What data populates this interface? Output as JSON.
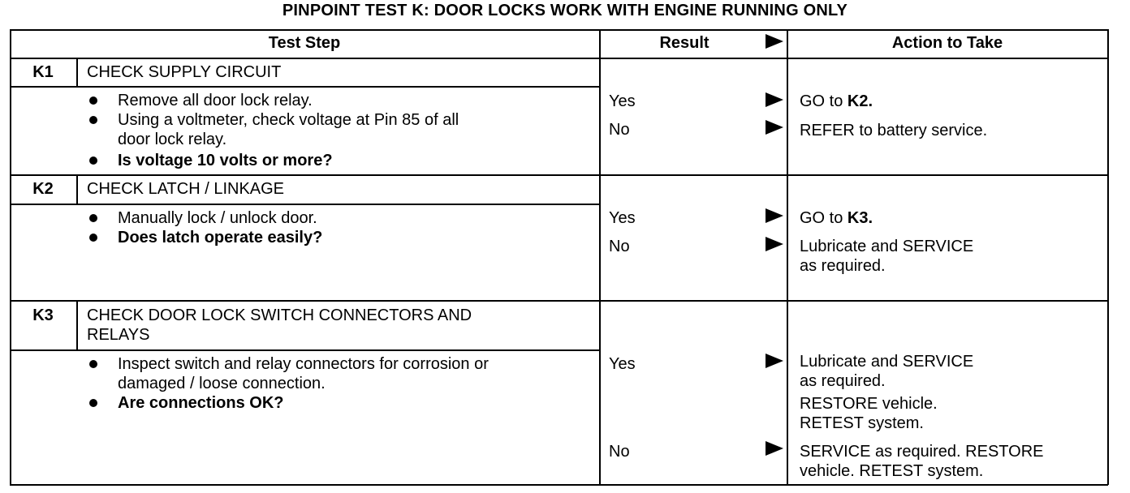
{
  "title": "PINPOINT TEST K: DOOR LOCKS WORK WITH ENGINE RUNNING ONLY",
  "headers": {
    "step": "Test Step",
    "result": "Result",
    "action": "Action to Take"
  },
  "steps": [
    {
      "code": "K1",
      "title": "CHECK SUPPLY CIRCUIT",
      "bullets": [
        {
          "lines": [
            "Remove all door lock relay."
          ],
          "bold": false
        },
        {
          "lines": [
            "Using a voltmeter, check voltage at Pin 85 of all",
            "door lock relay."
          ],
          "bold": false
        },
        {
          "lines": [
            "Is voltage 10 volts or more?"
          ],
          "bold": true
        }
      ],
      "results": [
        {
          "label": "Yes",
          "action": [
            "GO to "
          ],
          "action_ref": "K2."
        },
        {
          "label": "No",
          "action": [
            "REFER to battery service."
          ],
          "action_ref": ""
        }
      ]
    },
    {
      "code": "K2",
      "title": "CHECK LATCH / LINKAGE",
      "bullets": [
        {
          "lines": [
            "Manually lock / unlock door."
          ],
          "bold": false
        },
        {
          "lines": [
            "Does latch operate easily?"
          ],
          "bold": true
        }
      ],
      "results": [
        {
          "label": "Yes",
          "action": [
            "GO to "
          ],
          "action_ref": "K3."
        },
        {
          "label": "No",
          "action": [
            "Lubricate and SERVICE",
            "as required."
          ],
          "action_ref": ""
        }
      ]
    },
    {
      "code": "K3",
      "title_lines": [
        "CHECK DOOR LOCK SWITCH CONNECTORS AND",
        "RELAYS"
      ],
      "bullets": [
        {
          "lines": [
            "Inspect switch and relay connectors for corrosion or",
            "damaged / loose connection."
          ],
          "bold": false
        },
        {
          "lines": [
            "Are connections OK?"
          ],
          "bold": true
        }
      ],
      "results": [
        {
          "label": "Yes",
          "action": [
            "Lubricate and SERVICE",
            "as required.",
            "RESTORE vehicle.",
            "RETEST system."
          ],
          "action_ref": ""
        },
        {
          "label": "No",
          "action": [
            "SERVICE as required. RESTORE",
            "vehicle. RETEST system."
          ],
          "action_ref": ""
        }
      ]
    }
  ]
}
